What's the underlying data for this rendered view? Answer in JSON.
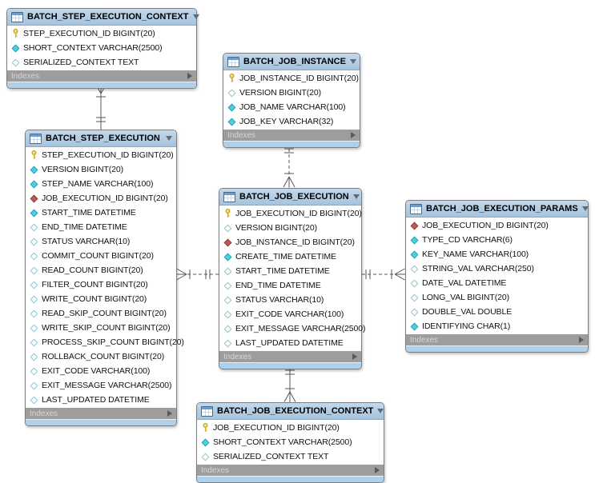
{
  "colors": {
    "table_header_blue": "#b3cfe6",
    "table_bottom_strip_blue": "#aed0ea",
    "indexes_bar_gray": "#9d9d9d",
    "relationship_line": "#565656",
    "primary_key_yellow": "#f4d545",
    "notnull_column_cyan": "#4ed0e0",
    "foreign_key_red": "#c15b56"
  },
  "tables": [
    {
      "title": "BATCH_STEP_EXECUTION_CONTEXT",
      "footer": "Indexes",
      "columns": [
        {
          "icon": "key",
          "text": "STEP_EXECUTION_ID BIGINT(20)"
        },
        {
          "icon": "notnull",
          "text": "SHORT_CONTEXT VARCHAR(2500)"
        },
        {
          "icon": "nullable",
          "text": "SERIALIZED_CONTEXT TEXT"
        }
      ]
    },
    {
      "title": "BATCH_JOB_INSTANCE",
      "footer": "Indexes",
      "columns": [
        {
          "icon": "key",
          "text": "JOB_INSTANCE_ID BIGINT(20)"
        },
        {
          "icon": "nullable",
          "text": "VERSION BIGINT(20)"
        },
        {
          "icon": "notnull",
          "text": "JOB_NAME VARCHAR(100)"
        },
        {
          "icon": "notnull",
          "text": "JOB_KEY VARCHAR(32)"
        }
      ]
    },
    {
      "title": "BATCH_STEP_EXECUTION",
      "footer": "Indexes",
      "columns": [
        {
          "icon": "key",
          "text": "STEP_EXECUTION_ID BIGINT(20)"
        },
        {
          "icon": "notnull",
          "text": "VERSION BIGINT(20)"
        },
        {
          "icon": "notnull",
          "text": "STEP_NAME VARCHAR(100)"
        },
        {
          "icon": "fk",
          "text": "JOB_EXECUTION_ID BIGINT(20)"
        },
        {
          "icon": "notnull",
          "text": "START_TIME DATETIME"
        },
        {
          "icon": "nullable",
          "text": "END_TIME DATETIME"
        },
        {
          "icon": "nullable",
          "text": "STATUS VARCHAR(10)"
        },
        {
          "icon": "nullable",
          "text": "COMMIT_COUNT BIGINT(20)"
        },
        {
          "icon": "nullable",
          "text": "READ_COUNT BIGINT(20)"
        },
        {
          "icon": "nullable",
          "text": "FILTER_COUNT BIGINT(20)"
        },
        {
          "icon": "nullable",
          "text": "WRITE_COUNT BIGINT(20)"
        },
        {
          "icon": "nullable",
          "text": "READ_SKIP_COUNT BIGINT(20)"
        },
        {
          "icon": "nullable",
          "text": "WRITE_SKIP_COUNT BIGINT(20)"
        },
        {
          "icon": "nullable",
          "text": "PROCESS_SKIP_COUNT BIGINT(20)"
        },
        {
          "icon": "nullable",
          "text": "ROLLBACK_COUNT BIGINT(20)"
        },
        {
          "icon": "nullable",
          "text": "EXIT_CODE VARCHAR(100)"
        },
        {
          "icon": "nullable",
          "text": "EXIT_MESSAGE VARCHAR(2500)"
        },
        {
          "icon": "nullable",
          "text": "LAST_UPDATED DATETIME"
        }
      ]
    },
    {
      "title": "BATCH_JOB_EXECUTION",
      "footer": "Indexes",
      "columns": [
        {
          "icon": "key",
          "text": "JOB_EXECUTION_ID BIGINT(20)"
        },
        {
          "icon": "nullable",
          "text": "VERSION BIGINT(20)"
        },
        {
          "icon": "fk",
          "text": "JOB_INSTANCE_ID BIGINT(20)"
        },
        {
          "icon": "notnull",
          "text": "CREATE_TIME DATETIME"
        },
        {
          "icon": "nullable",
          "text": "START_TIME DATETIME"
        },
        {
          "icon": "nullable",
          "text": "END_TIME DATETIME"
        },
        {
          "icon": "nullable",
          "text": "STATUS VARCHAR(10)"
        },
        {
          "icon": "nullable",
          "text": "EXIT_CODE VARCHAR(100)"
        },
        {
          "icon": "nullable",
          "text": "EXIT_MESSAGE VARCHAR(2500)"
        },
        {
          "icon": "nullable",
          "text": "LAST_UPDATED DATETIME"
        }
      ]
    },
    {
      "title": "BATCH_JOB_EXECUTION_PARAMS",
      "footer": "Indexes",
      "columns": [
        {
          "icon": "fk",
          "text": "JOB_EXECUTION_ID BIGINT(20)"
        },
        {
          "icon": "notnull",
          "text": "TYPE_CD VARCHAR(6)"
        },
        {
          "icon": "notnull",
          "text": "KEY_NAME VARCHAR(100)"
        },
        {
          "icon": "nullable",
          "text": "STRING_VAL VARCHAR(250)"
        },
        {
          "icon": "nullable",
          "text": "DATE_VAL DATETIME"
        },
        {
          "icon": "nullable",
          "text": "LONG_VAL BIGINT(20)"
        },
        {
          "icon": "nullable",
          "text": "DOUBLE_VAL DOUBLE"
        },
        {
          "icon": "notnull",
          "text": "IDENTIFYING CHAR(1)"
        }
      ]
    },
    {
      "title": "BATCH_JOB_EXECUTION_CONTEXT",
      "footer": "Indexes",
      "columns": [
        {
          "icon": "key",
          "text": "JOB_EXECUTION_ID BIGINT(20)"
        },
        {
          "icon": "notnull",
          "text": "SHORT_CONTEXT VARCHAR(2500)"
        },
        {
          "icon": "nullable",
          "text": "SERIALIZED_CONTEXT TEXT"
        }
      ]
    }
  ],
  "relationships": [
    {
      "from": "BATCH_STEP_EXECUTION",
      "to": "BATCH_STEP_EXECUTION_CONTEXT",
      "line": "solid",
      "from_end": "exactly-one",
      "to_end": "one-or-many",
      "label": "BATCH_STEP_EXECUTION (1) — BATCH_STEP_EXECUTION_CONTEXT (1..*), identifying"
    },
    {
      "from": "BATCH_JOB_INSTANCE",
      "to": "BATCH_JOB_EXECUTION",
      "line": "dashed",
      "from_end": "exactly-one",
      "to_end": "one-or-many",
      "label": "BATCH_JOB_INSTANCE (1) — BATCH_JOB_EXECUTION (1..*), non-identifying"
    },
    {
      "from": "BATCH_JOB_EXECUTION",
      "to": "BATCH_STEP_EXECUTION",
      "line": "dashed",
      "from_end": "exactly-one",
      "to_end": "one-or-many",
      "label": "BATCH_JOB_EXECUTION (1) — BATCH_STEP_EXECUTION (1..*), non-identifying"
    },
    {
      "from": "BATCH_JOB_EXECUTION",
      "to": "BATCH_JOB_EXECUTION_PARAMS",
      "line": "dashed",
      "from_end": "exactly-one",
      "to_end": "one-or-many",
      "label": "BATCH_JOB_EXECUTION (1) — BATCH_JOB_EXECUTION_PARAMS (1..*), non-identifying"
    },
    {
      "from": "BATCH_JOB_EXECUTION",
      "to": "BATCH_JOB_EXECUTION_CONTEXT",
      "line": "solid",
      "from_end": "exactly-one",
      "to_end": "one-or-many",
      "label": "BATCH_JOB_EXECUTION (1) — BATCH_JOB_EXECUTION_CONTEXT (1..*), identifying"
    }
  ]
}
